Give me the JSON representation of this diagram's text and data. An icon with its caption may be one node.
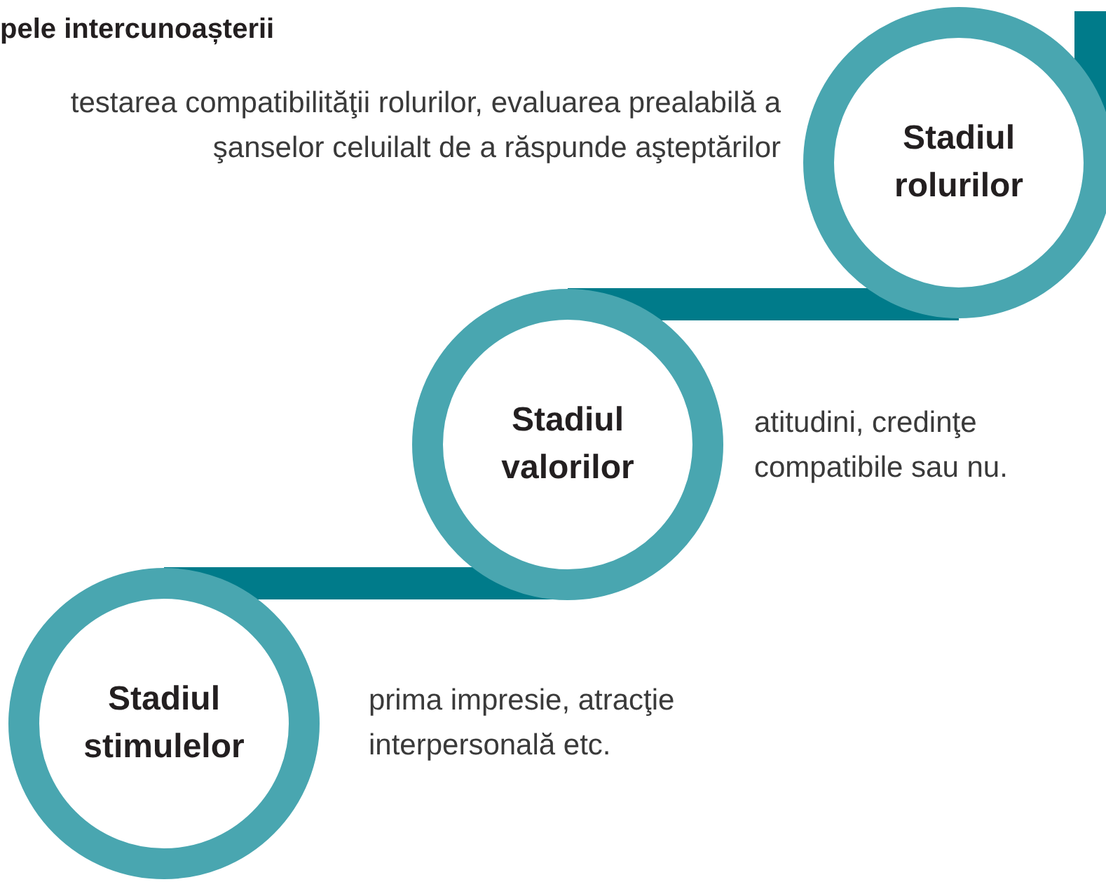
{
  "diagram": {
    "title": "pele intercunoașterii",
    "nodes": [
      {
        "text": [
          "Stadiul rolurilor"
        ],
        "beside": [
          "testarea compatibilităţii rolurilor, evaluarea prealabilă a şanselor celuilalt de a răspunde aşteptărilor"
        ]
      },
      {
        "text": [
          "Stadiul valorilor"
        ],
        "beside": [
          "atitudini, credinţe compatibile sau nu."
        ]
      },
      {
        "text": [
          "Stadiul stimulelor"
        ],
        "beside": [
          "prima impresie, atracţie interpersonală etc."
        ]
      }
    ],
    "edges": [
      {
        "from": 2,
        "to": 1,
        "arrow": "none"
      },
      {
        "from": 1,
        "to": 0,
        "arrow": "none"
      },
      {
        "from": 0,
        "to": null,
        "arrow": "none"
      }
    ]
  }
}
